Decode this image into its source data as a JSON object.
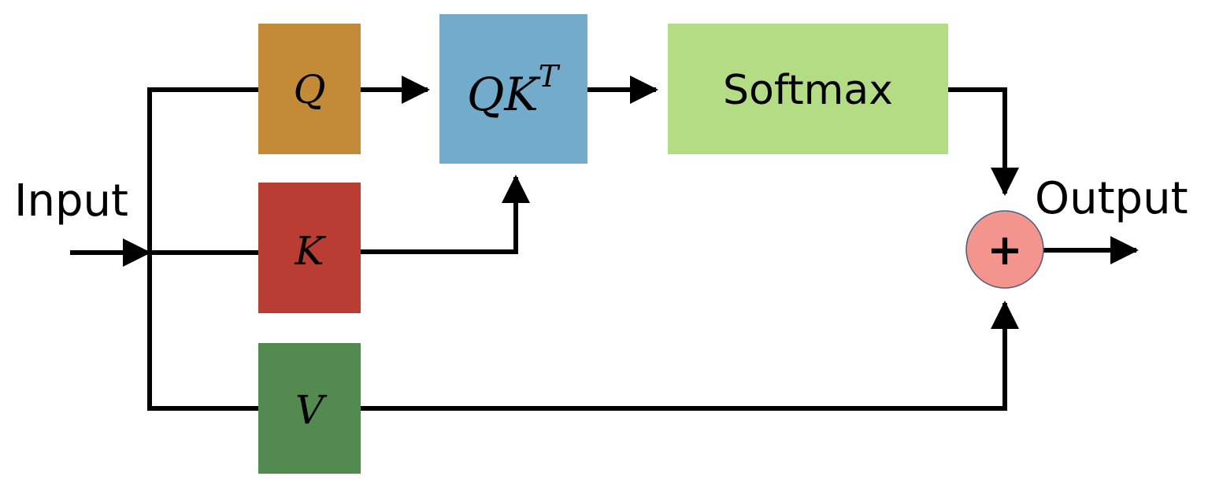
{
  "labels": {
    "input": "Input",
    "output": "Output"
  },
  "nodes": {
    "q": {
      "label": "Q",
      "color": "#c38b37"
    },
    "k": {
      "label": "K",
      "color": "#b93d33"
    },
    "v": {
      "label": "V",
      "color": "#528a4f"
    },
    "qkt": {
      "base": "QK",
      "superscript": "T",
      "color": "#73abcb"
    },
    "softmax": {
      "label": "Softmax",
      "color": "#b3dc85"
    },
    "add": {
      "symbol": "+",
      "color": "#f3958d"
    }
  },
  "colors": {
    "line": "#000000",
    "background": "#ffffff"
  }
}
